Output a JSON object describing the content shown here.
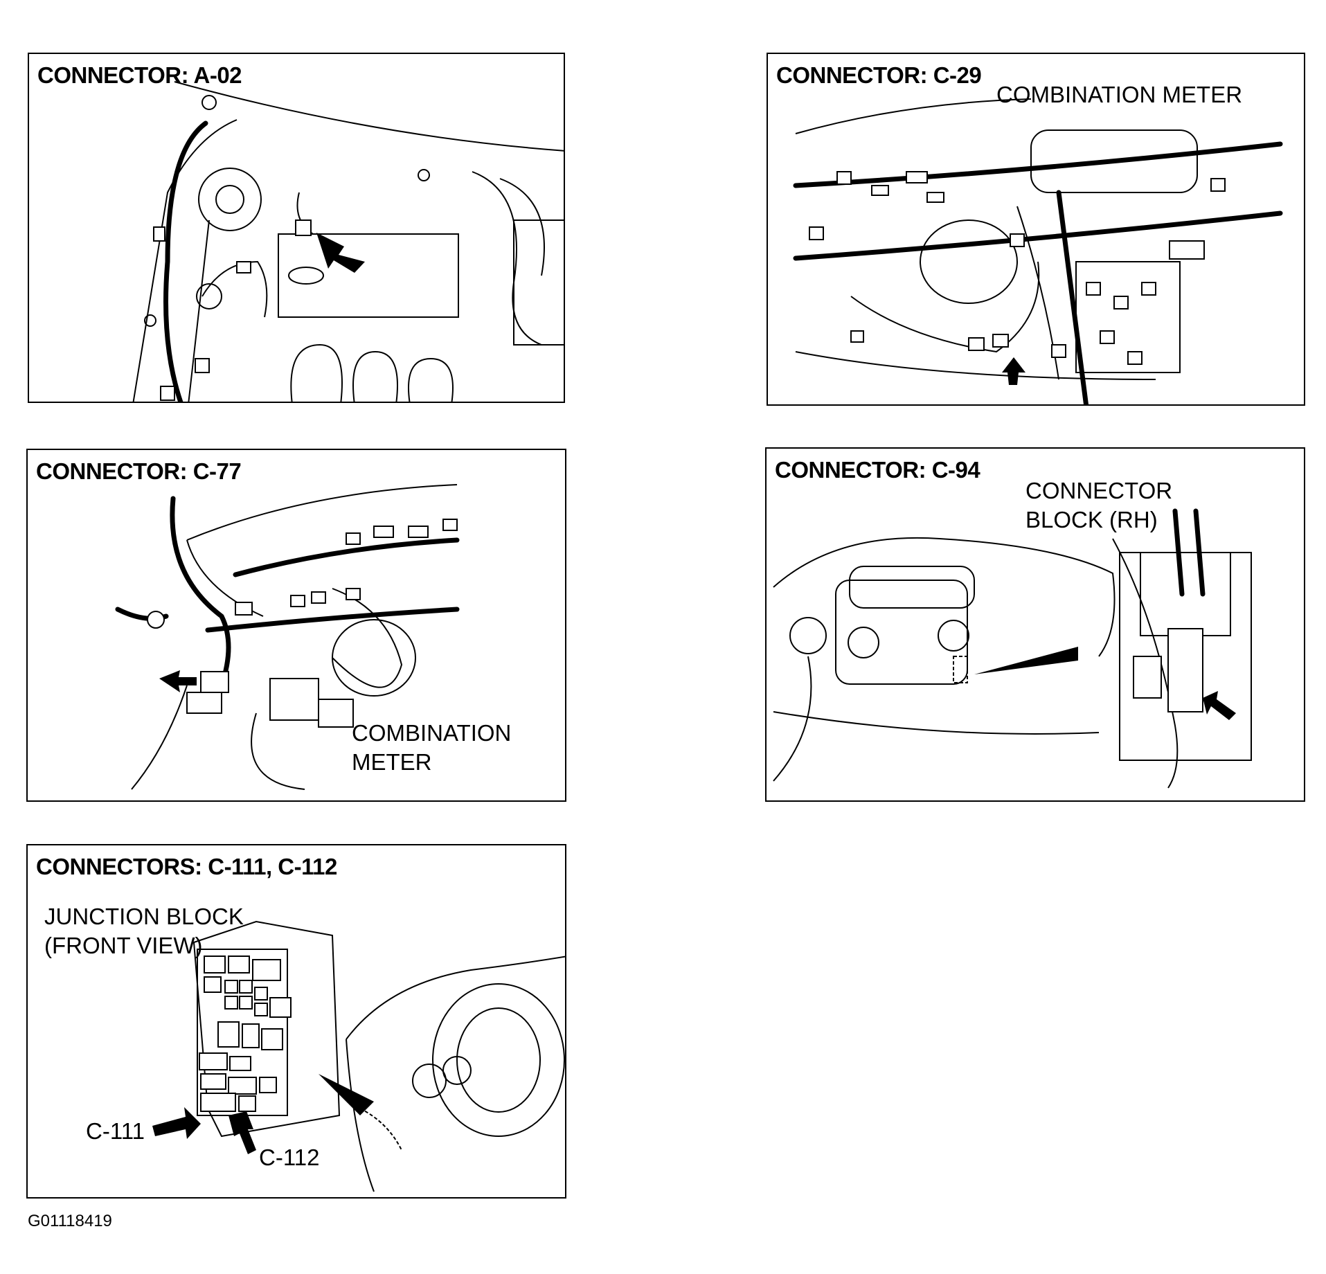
{
  "panels": [
    {
      "title": "CONNECTOR: A-02",
      "labels": []
    },
    {
      "title": "CONNECTOR: C-29",
      "labels": [
        "COMBINATION METER"
      ]
    },
    {
      "title": "CONNECTOR: C-77",
      "labels": [
        "COMBINATION",
        "METER"
      ]
    },
    {
      "title": "CONNECTOR: C-94",
      "labels": [
        "CONNECTOR",
        "BLOCK (RH)"
      ]
    },
    {
      "title": "CONNECTORS: C-111, C-112",
      "labels": [
        "JUNCTION BLOCK",
        "(FRONT VIEW)",
        "C-111",
        "C-112"
      ]
    }
  ],
  "figure_id": "G01118419"
}
